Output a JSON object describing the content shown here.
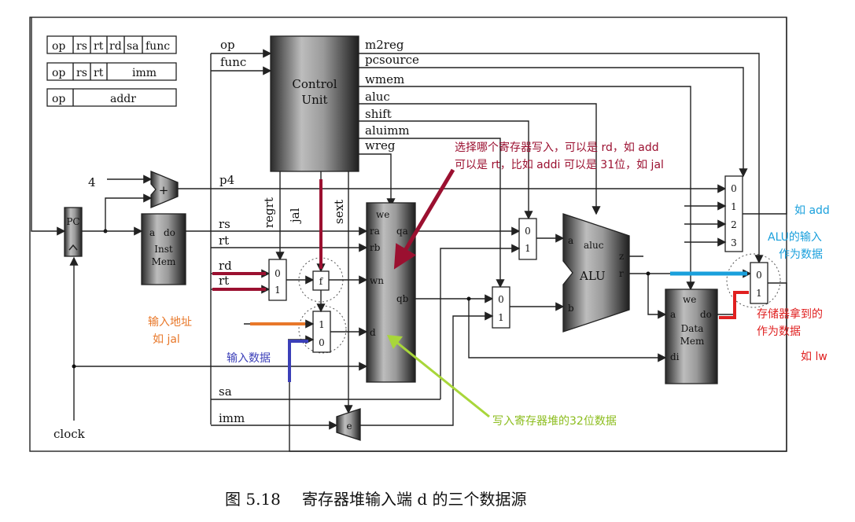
{
  "formats": {
    "r_type": [
      "op",
      "rs",
      "rt",
      "rd",
      "sa",
      "func"
    ],
    "i_type": [
      "op",
      "rs",
      "rt",
      "imm"
    ],
    "j_type": [
      "op",
      "addr"
    ]
  },
  "control_unit": {
    "title_line1": "Control",
    "title_line2": "Unit",
    "inputs": [
      "op",
      "func"
    ],
    "outputs": [
      "m2reg",
      "pcsource",
      "wmem",
      "aluc",
      "shift",
      "aluimm",
      "wreg"
    ],
    "bottom_signals": [
      "regrt",
      "jal",
      "sext"
    ]
  },
  "blocks": {
    "pc": "PC",
    "inst_mem": {
      "line1": "Inst",
      "line2": "Mem",
      "a": "a",
      "do": "do"
    },
    "adder": "+",
    "const_four": "4",
    "clock": "clock",
    "regfile_ports": [
      "we",
      "ra",
      "qa",
      "rb",
      "wn",
      "qb",
      "d"
    ],
    "alu": {
      "name": "ALU",
      "aluc": "aluc",
      "a": "a",
      "b": "b",
      "z": "z",
      "r": "r"
    },
    "data_mem": {
      "line1": "Data",
      "line2": "Mem",
      "we": "we",
      "a": "a",
      "do": "do",
      "di": "di"
    },
    "f_box": "f",
    "e_box": "e",
    "p4": "p4",
    "fields": [
      "rs",
      "rt",
      "rd",
      "rt",
      "sa",
      "imm"
    ]
  },
  "mux_labels": {
    "two": [
      "0",
      "1"
    ],
    "two_flipped": [
      "1",
      "0"
    ],
    "four": [
      "0",
      "1",
      "2",
      "3"
    ]
  },
  "annotations": {
    "write_select_1": "选择哪个寄存器写入，可以是 rd，如 add",
    "write_select_2": "可以是 rt，比如 addi  可以是 31位，如 jal",
    "addr_input_1": "输入地址",
    "addr_input_2": "如 jal",
    "data_input": "输入数据",
    "write_data": "写入寄存器堆的32位数据",
    "add_example": "如 add",
    "alu_input_1": "ALU的输入",
    "alu_input_2": "作为数据",
    "mem_data_1": "存储器拿到的",
    "mem_data_2": "作为数据",
    "lw_example": "如 lw"
  },
  "annotation_colors": {
    "dark_red": "#9b1030",
    "orange": "#e8782a",
    "blue": "#3b3fb8",
    "lime": "#a8d63a",
    "cyan": "#1aa0dc",
    "red": "#e02020"
  },
  "caption": {
    "fig": "图 5.18",
    "text": "寄存器堆输入端 d 的三个数据源"
  }
}
